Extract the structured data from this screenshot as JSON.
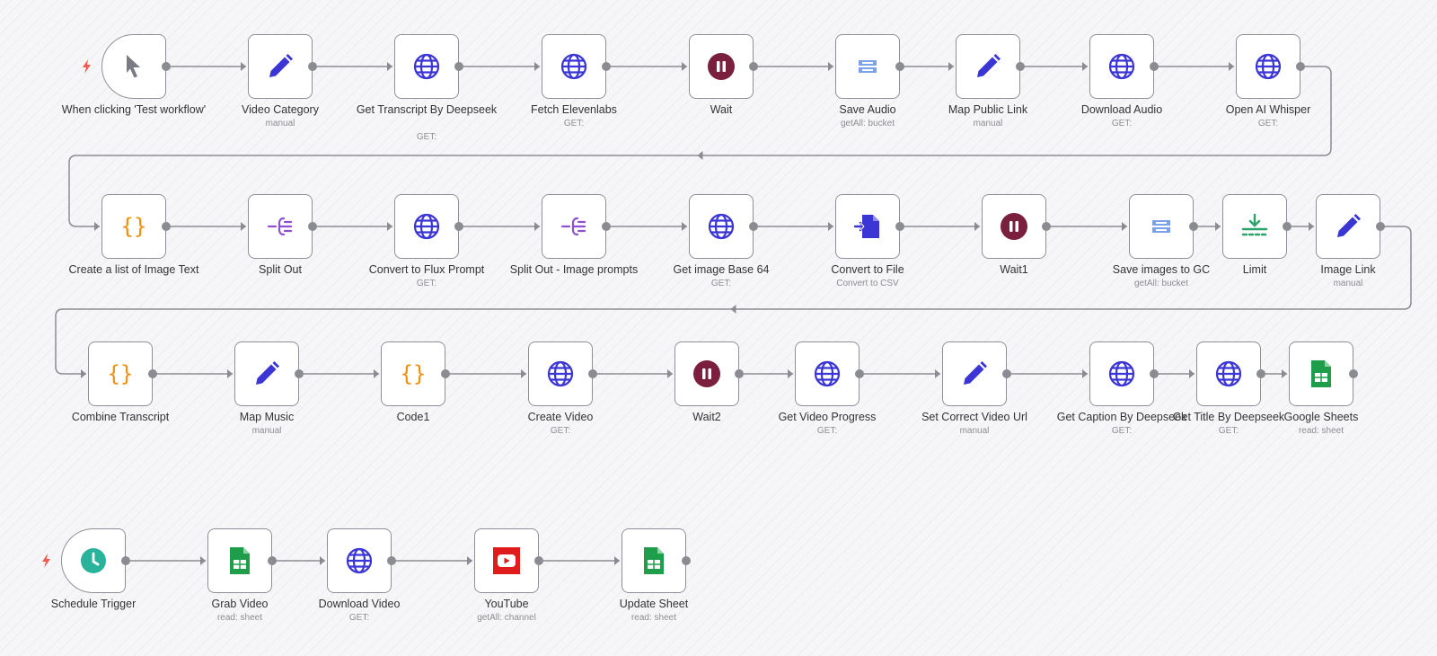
{
  "workflow": {
    "nodes": [
      {
        "id": "n1",
        "label": "When clicking 'Test workflow'",
        "sub": "",
        "icon": "cursor-icon",
        "trigger": true
      },
      {
        "id": "n2",
        "label": "Video Category",
        "sub": "manual",
        "icon": "pencil-icon"
      },
      {
        "id": "n3",
        "label": "Get Transcript By Deepseek",
        "sub": "GET:",
        "icon": "globe-icon"
      },
      {
        "id": "n4",
        "label": "Fetch Elevenlabs",
        "sub": "GET:",
        "icon": "globe-icon"
      },
      {
        "id": "n5",
        "label": "Wait",
        "sub": "",
        "icon": "pause-icon"
      },
      {
        "id": "n6",
        "label": "Save Audio",
        "sub": "getAll: bucket",
        "icon": "storage-icon"
      },
      {
        "id": "n7",
        "label": "Map Public Link",
        "sub": "manual",
        "icon": "pencil-icon"
      },
      {
        "id": "n8",
        "label": "Download Audio",
        "sub": "GET:",
        "icon": "globe-icon"
      },
      {
        "id": "n9",
        "label": "Open AI Whisper",
        "sub": "GET:",
        "icon": "globe-icon"
      },
      {
        "id": "n10",
        "label": "Create a list of Image Text",
        "sub": "",
        "icon": "code-icon"
      },
      {
        "id": "n11",
        "label": "Split Out",
        "sub": "",
        "icon": "split-icon"
      },
      {
        "id": "n12",
        "label": "Convert to Flux Prompt",
        "sub": "GET:",
        "icon": "globe-icon"
      },
      {
        "id": "n13",
        "label": "Split Out - Image prompts",
        "sub": "",
        "icon": "split-icon"
      },
      {
        "id": "n14",
        "label": "Get image Base 64",
        "sub": "GET:",
        "icon": "globe-icon"
      },
      {
        "id": "n15",
        "label": "Convert to File",
        "sub": "Convert to CSV",
        "icon": "file-convert-icon"
      },
      {
        "id": "n16",
        "label": "Wait1",
        "sub": "",
        "icon": "pause-icon"
      },
      {
        "id": "n17",
        "label": "Save images to GC",
        "sub": "getAll: bucket",
        "icon": "storage-icon"
      },
      {
        "id": "n18",
        "label": "Limit",
        "sub": "",
        "icon": "limit-icon"
      },
      {
        "id": "n19",
        "label": "Image Link",
        "sub": "manual",
        "icon": "pencil-icon"
      },
      {
        "id": "n20",
        "label": "Combine Transcript",
        "sub": "",
        "icon": "code-icon"
      },
      {
        "id": "n21",
        "label": "Map Music",
        "sub": "manual",
        "icon": "pencil-icon"
      },
      {
        "id": "n22",
        "label": "Code1",
        "sub": "",
        "icon": "code-icon"
      },
      {
        "id": "n23",
        "label": "Create Video",
        "sub": "GET:",
        "icon": "globe-icon"
      },
      {
        "id": "n24",
        "label": "Wait2",
        "sub": "",
        "icon": "pause-icon"
      },
      {
        "id": "n25",
        "label": "Get Video Progress",
        "sub": "GET:",
        "icon": "globe-icon"
      },
      {
        "id": "n26",
        "label": "Set Correct Video Url",
        "sub": "manual",
        "icon": "pencil-icon"
      },
      {
        "id": "n27",
        "label": "Get Caption By Deepseek",
        "sub": "GET:",
        "icon": "globe-icon"
      },
      {
        "id": "n28",
        "label": "Get Title By Deepseek",
        "sub": "GET:",
        "icon": "globe-icon"
      },
      {
        "id": "n29",
        "label": "Google Sheets",
        "sub": "read: sheet",
        "icon": "sheets-icon"
      },
      {
        "id": "n30",
        "label": "Schedule Trigger",
        "sub": "",
        "icon": "clock-icon",
        "trigger": true
      },
      {
        "id": "n31",
        "label": "Grab Video",
        "sub": "read: sheet",
        "icon": "sheets-icon"
      },
      {
        "id": "n32",
        "label": "Download Video",
        "sub": "GET:",
        "icon": "globe-icon"
      },
      {
        "id": "n33",
        "label": "YouTube",
        "sub": "getAll: channel",
        "icon": "youtube-icon"
      },
      {
        "id": "n34",
        "label": "Update Sheet",
        "sub": "read: sheet",
        "icon": "sheets-icon"
      }
    ]
  },
  "colors": {
    "wire": "#8b8b92",
    "node_border": "#8f8f98",
    "globe": "#3b35d6",
    "pencil": "#3b35d6",
    "pause": "#7a1f3d",
    "code": "#f0900f",
    "split": "#8f4fd1",
    "limit": "#2aa36b",
    "sheets": "#1e9e4a",
    "youtube": "#e01b1b",
    "clock": "#2ab39b",
    "bolt": "#f05a4f",
    "storage": "#7aa2e8"
  }
}
